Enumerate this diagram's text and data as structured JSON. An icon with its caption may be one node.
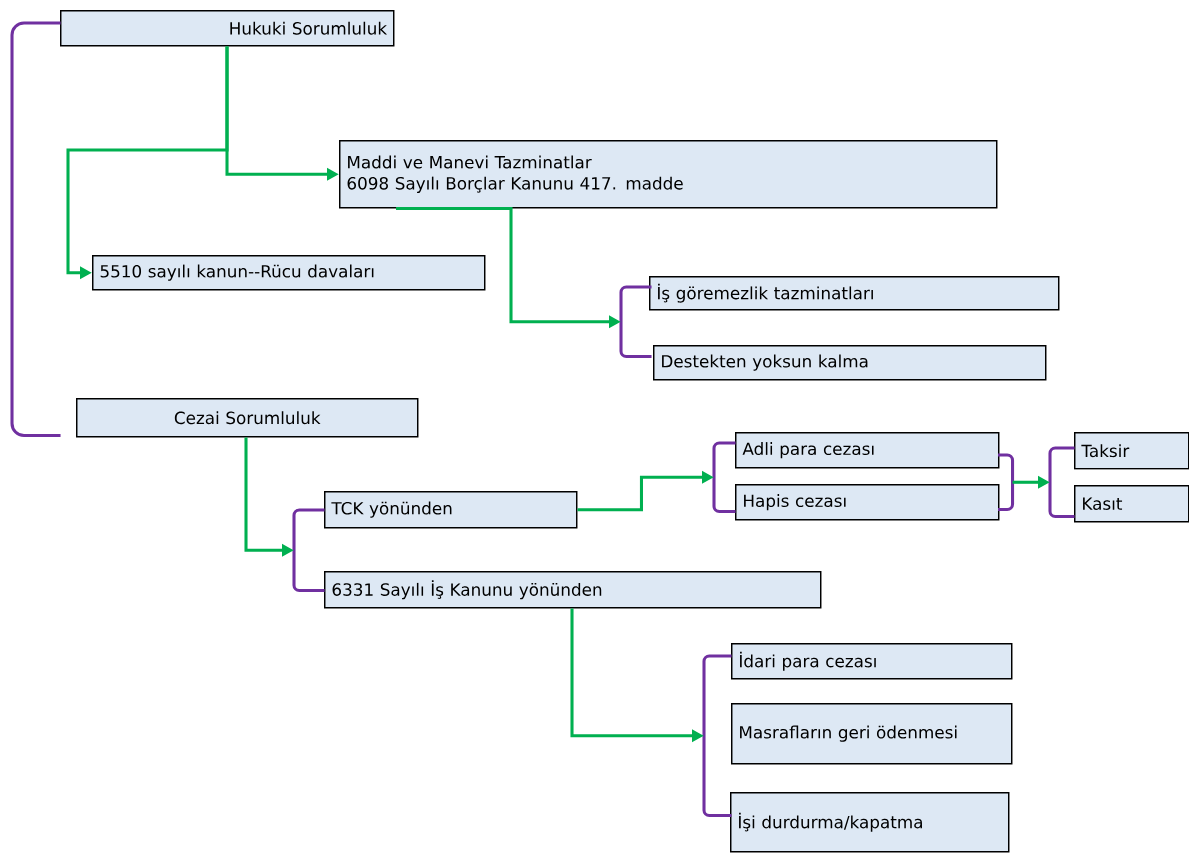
{
  "diagram": {
    "nodes": [
      {
        "text": [
          "Hukuki Sorumluluk"
        ]
      },
      {
        "text": [
          "Maddi ve Manevi Tazminatlar",
          "6098 Sayılı Borçlar Kanunu 417. madde"
        ]
      },
      {
        "text": [
          "5510 sayılı kanun--Rücu davaları"
        ]
      },
      {
        "text": [
          "İş göremezlik tazminatları"
        ]
      },
      {
        "text": [
          "Destekten yoksun kalma"
        ]
      },
      {
        "text": [
          "Cezai Sorumluluk"
        ]
      },
      {
        "text": [
          "TCK yönünden"
        ]
      },
      {
        "text": [
          "6331 Sayılı İş Kanunu yönünden"
        ]
      },
      {
        "text": [
          "Adli para cezası"
        ]
      },
      {
        "text": [
          "Hapis cezası"
        ]
      },
      {
        "text": [
          "Taksir"
        ]
      },
      {
        "text": [
          "Kasıt"
        ]
      },
      {
        "text": [
          "İdari para cezası"
        ]
      },
      {
        "text": [
          "Masrafların geri ödenmesi"
        ]
      },
      {
        "text": [
          "İşi durdurma/kapatma"
        ]
      },
      {
        "text": [],
        "shape": "bracket"
      },
      {
        "text": [],
        "shape": "bracket"
      },
      {
        "text": [],
        "shape": "bracket"
      },
      {
        "text": [],
        "shape": "bracket"
      },
      {
        "text": [],
        "shape": "bracket"
      },
      {
        "text": [],
        "shape": "bracket"
      },
      {
        "text": [],
        "shape": "bracket"
      }
    ],
    "edges": [
      {
        "from": 0,
        "to": 1,
        "arrow": "to"
      },
      {
        "from": 0,
        "to": 2,
        "arrow": "to"
      },
      {
        "from": 1,
        "to": 16,
        "arrow": "to"
      },
      {
        "from": 5,
        "to": 17,
        "arrow": "to"
      },
      {
        "from": 6,
        "to": 18,
        "arrow": "to"
      },
      {
        "from": 19,
        "to": 20,
        "arrow": "to"
      },
      {
        "from": 7,
        "to": 21,
        "arrow": "to"
      }
    ]
  }
}
